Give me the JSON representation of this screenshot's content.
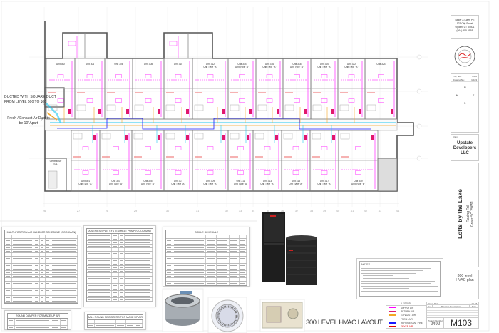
{
  "sheet_title": "300 LEVEL HVAC LAYOUT",
  "plan": {
    "callouts": [
      "DUCTED WITH SQUARE DUCT FROM LEVEL 500 TO 300",
      "Fresh / Exhaust Air Duct to be 10' Apart"
    ],
    "stair_label": "Central Str",
    "stair_sub": "S-1",
    "top_units": [
      "Unit 302",
      "Unit 304",
      "Unit 306",
      "Unit 308",
      "Unit 310",
      "Unit 312",
      "Unit 314",
      "Unit 316",
      "Unit 318",
      "Unit 320",
      "Unit 322",
      "Unit 324"
    ],
    "bottom_units": [
      "Unit 301",
      "Unit 303",
      "Unit 305",
      "Unit 307",
      "Unit 309",
      "Unit 311",
      "Unit 313",
      "Unit 315",
      "Unit 317",
      "Unit 319"
    ],
    "unit_type_a": "Unit Type \"A\"",
    "unit_type_b": "Unit Type \"B\"",
    "grid_numbers": [
      "26",
      "27",
      "28",
      "29",
      "30",
      "31",
      "32",
      "33",
      "34",
      "35",
      "36",
      "37",
      "38",
      "39",
      "40",
      "41",
      "42",
      "43",
      "44"
    ]
  },
  "schedules": {
    "air_handler": "MULTI-POSITION AIR HANDLER SCHEDULE (GOODMAN)",
    "heat_pump": "A-SERIES SPLIT SYSTEM HEAT PUMP (GOODMAN)",
    "grille": "GRILLE SCHEDULE",
    "round_damper": "ROUND DAMPER FOR MAKE UP AIR",
    "registers": "BALL ROUND REGISTERS FOR MAKE UP AIR"
  },
  "notes": {
    "heading": "NOTES"
  },
  "legend": {
    "heading": "LEGEND",
    "items": [
      {
        "label": "SUPPLY AIR",
        "color": "#ff00ff"
      },
      {
        "label": "RETURN AIR",
        "color": "#e0186c"
      },
      {
        "label": "EXHAUST AIR",
        "color": "#f5a623"
      },
      {
        "label": "FRESH AIR",
        "color": "#22c8f0"
      },
      {
        "label": "REFRIGERANT PIPE",
        "color": "#1a1aff"
      },
      {
        "label": "DRYER AIR",
        "color": "#e00000"
      }
    ]
  },
  "revisions": {
    "issue_date_label": "Issue Date",
    "issue_date": "4-13-18",
    "col_no": "No.",
    "col_desc": "Revision Description",
    "col_date": "Date"
  },
  "title_block": {
    "engineer": [
      "Baker & Kizer, PE",
      "123 City Street",
      "Ogden, UT 84401",
      "(864) 555-5555"
    ],
    "proj_no_label": "Proj. No.:",
    "proj_no": "2492",
    "drawing_no_label": "Drawing No.:",
    "drawing_no": "M103",
    "compass": {
      "n": "N",
      "s": "S",
      "e": "E",
      "w": "W"
    },
    "client_label": "Client",
    "client": "Upstate Developers LLC",
    "project": "Lofts by the Lake",
    "address": [
      "Racing Rd",
      "Greer SC 29651"
    ],
    "sheet_name": "300 level HVAC plan",
    "project_number_label": "Project Number",
    "project_number": "2492",
    "sheet_number": "M103"
  }
}
